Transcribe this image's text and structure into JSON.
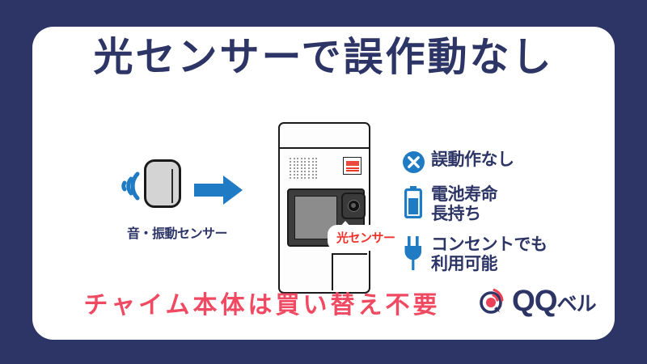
{
  "colors": {
    "background": "#2d3566",
    "card": "#ffffff",
    "navy_text": "#2d3566",
    "accent_blue": "#1f7bc4",
    "accent_red": "#f2332c",
    "tagline_pink": "#f04a63"
  },
  "header": {
    "title": "光センサーで誤作動なし"
  },
  "sensor": {
    "label": "音・振動センサー",
    "waves_icon": "sound-wave-icon",
    "arrow_icon": "arrow-right-icon"
  },
  "device": {
    "callout": "光センサー",
    "badge_icon": "red-warning-label"
  },
  "features": [
    {
      "icon": "x-circle-icon",
      "label": "誤動作なし"
    },
    {
      "icon": "battery-icon",
      "label": "電池寿命\n長持ち"
    },
    {
      "icon": "power-plug-icon",
      "label": "コンセントでも\n利用可能"
    }
  ],
  "footer": {
    "tagline": "チャイム本体は買い替え不要",
    "logo_text": "QQ",
    "logo_suffix": "ベル",
    "logo_icon": "qq-bell-logo-mark"
  }
}
